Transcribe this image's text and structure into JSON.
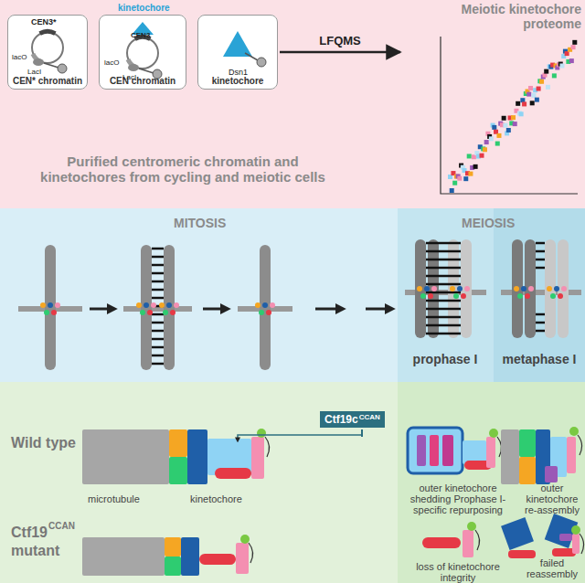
{
  "diagram": {
    "nodes": [
      {
        "text": [
          "CEN* chromatin"
        ]
      },
      {
        "text": [
          "CEN chromatin"
        ]
      },
      {
        "text": [
          "kinetochore"
        ]
      },
      {
        "text": [
          "Meiotic kinetochore proteome"
        ]
      },
      {
        "text": [
          "Ctf19c",
          "CCAN"
        ]
      }
    ],
    "edges": [
      {
        "from": 2,
        "to": 3,
        "label": "LFQMS",
        "arrow": "to"
      }
    ],
    "labels": [
      "CEN3*",
      "lacO",
      "LacI",
      "kinetochore",
      "CEN3",
      "lacO",
      "LacI",
      "Dsn1",
      "Purified centromeric chromatin and kinetochores from cycling and meiotic cells",
      "MITOSIS",
      "MEIOSIS",
      "prophase I",
      "metaphase I",
      "Wild type",
      "microtubule",
      "kinetochore",
      "outer kinetochore shedding Prophase I-specific repurposing",
      "outer kinetochore re-assembly",
      "Ctf19",
      "CCAN",
      "mutant",
      "loss of kinetochore integrity",
      "failed reassembly"
    ]
  }
}
